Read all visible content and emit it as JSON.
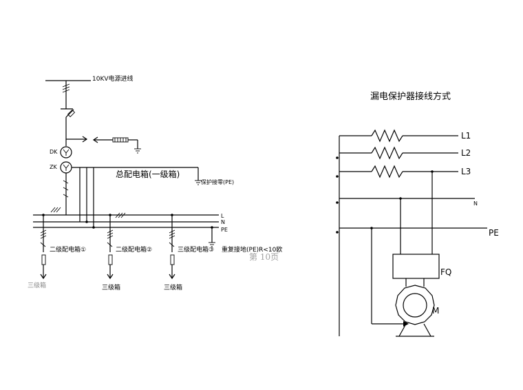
{
  "left_diagram": {
    "source_label": "10KV电源进线",
    "dk_label": "DK",
    "zk_label": "ZK",
    "main_box_label": "总配电箱(一级箱)",
    "protection_ground_label": "保护接零(PE)",
    "bus_l": "L",
    "bus_n": "N",
    "bus_pe": "PE",
    "branch_1": "二级配电箱①",
    "branch_2": "二级配电箱②",
    "branch_3": "三级配电箱③",
    "repeat_ground": "重复接地(PE)R<10欧",
    "level3_1": "三级箱",
    "level3_2": "三级箱",
    "level3_3": "三级箱",
    "page_mark": "第 10页"
  },
  "right_diagram": {
    "title": "漏电保护器接线方式",
    "l1": "L1",
    "l2": "L2",
    "l3": "L3",
    "n": "N",
    "pe": "PE",
    "fq": "FQ",
    "m": "M"
  }
}
